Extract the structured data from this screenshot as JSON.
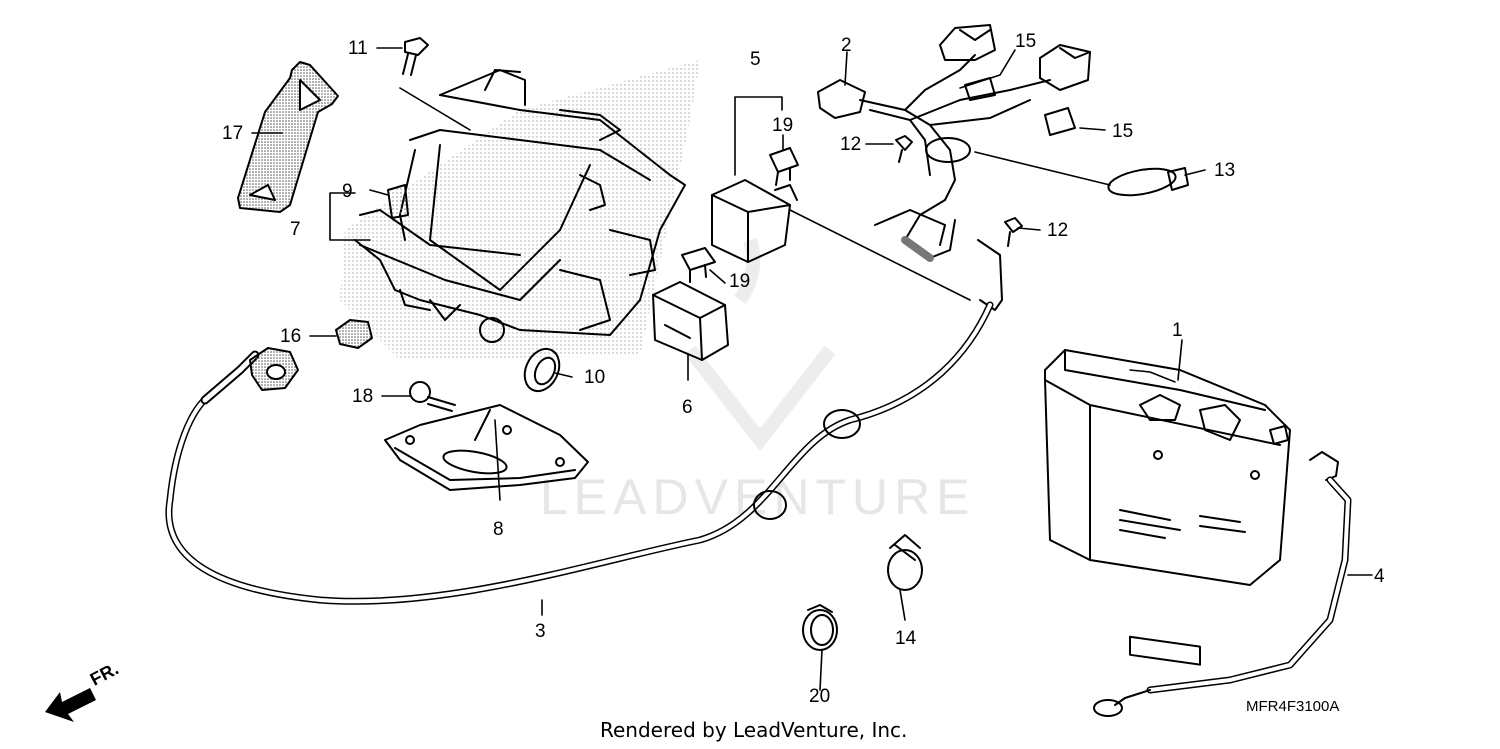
{
  "diagram": {
    "callouts": [
      {
        "id": "c1",
        "text": "1"
      },
      {
        "id": "c2",
        "text": "2"
      },
      {
        "id": "c3",
        "text": "3"
      },
      {
        "id": "c4",
        "text": "4"
      },
      {
        "id": "c5",
        "text": "5"
      },
      {
        "id": "c6",
        "text": "6"
      },
      {
        "id": "c7",
        "text": "7"
      },
      {
        "id": "c8",
        "text": "8"
      },
      {
        "id": "c9",
        "text": "9"
      },
      {
        "id": "c10",
        "text": "10"
      },
      {
        "id": "c11",
        "text": "11"
      },
      {
        "id": "c12a",
        "text": "12"
      },
      {
        "id": "c12b",
        "text": "12"
      },
      {
        "id": "c13",
        "text": "13"
      },
      {
        "id": "c14",
        "text": "14"
      },
      {
        "id": "c15a",
        "text": "15"
      },
      {
        "id": "c15b",
        "text": "15"
      },
      {
        "id": "c16",
        "text": "16"
      },
      {
        "id": "c17",
        "text": "17"
      },
      {
        "id": "c18",
        "text": "18"
      },
      {
        "id": "c19a",
        "text": "19"
      },
      {
        "id": "c19b",
        "text": "19"
      },
      {
        "id": "c20",
        "text": "20"
      }
    ],
    "diagram_code": "MFR4F3100A",
    "credit": "Rendered by LeadVenture, Inc.",
    "watermark": "LEADVENTURE",
    "front_marker": "FR."
  }
}
